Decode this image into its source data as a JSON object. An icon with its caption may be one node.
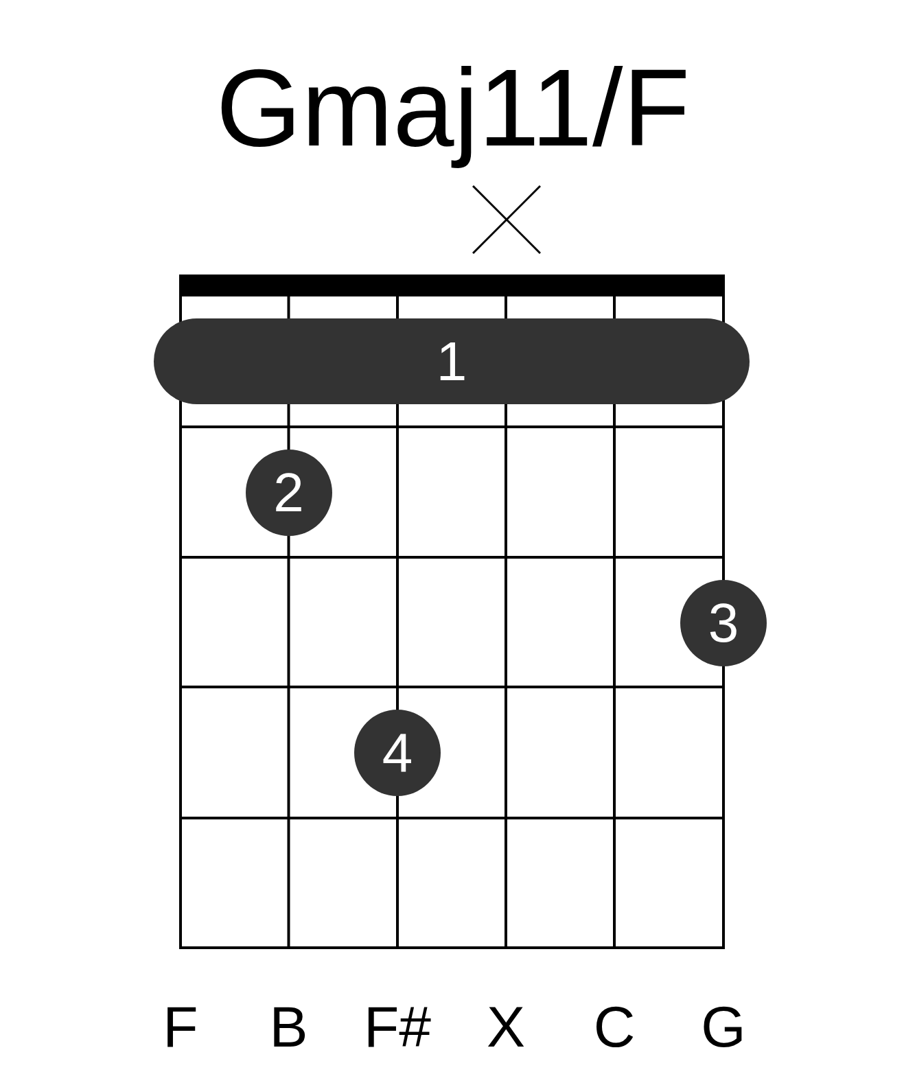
{
  "diagram": {
    "title": "Gmaj11/F",
    "nodes": [
      {
        "text": [
          "1"
        ]
      },
      {
        "text": [
          "2"
        ]
      },
      {
        "text": [
          "3"
        ]
      },
      {
        "text": [
          "4"
        ]
      }
    ],
    "labels": [
      "F",
      "B",
      "F#",
      "X",
      "C",
      "G"
    ]
  }
}
